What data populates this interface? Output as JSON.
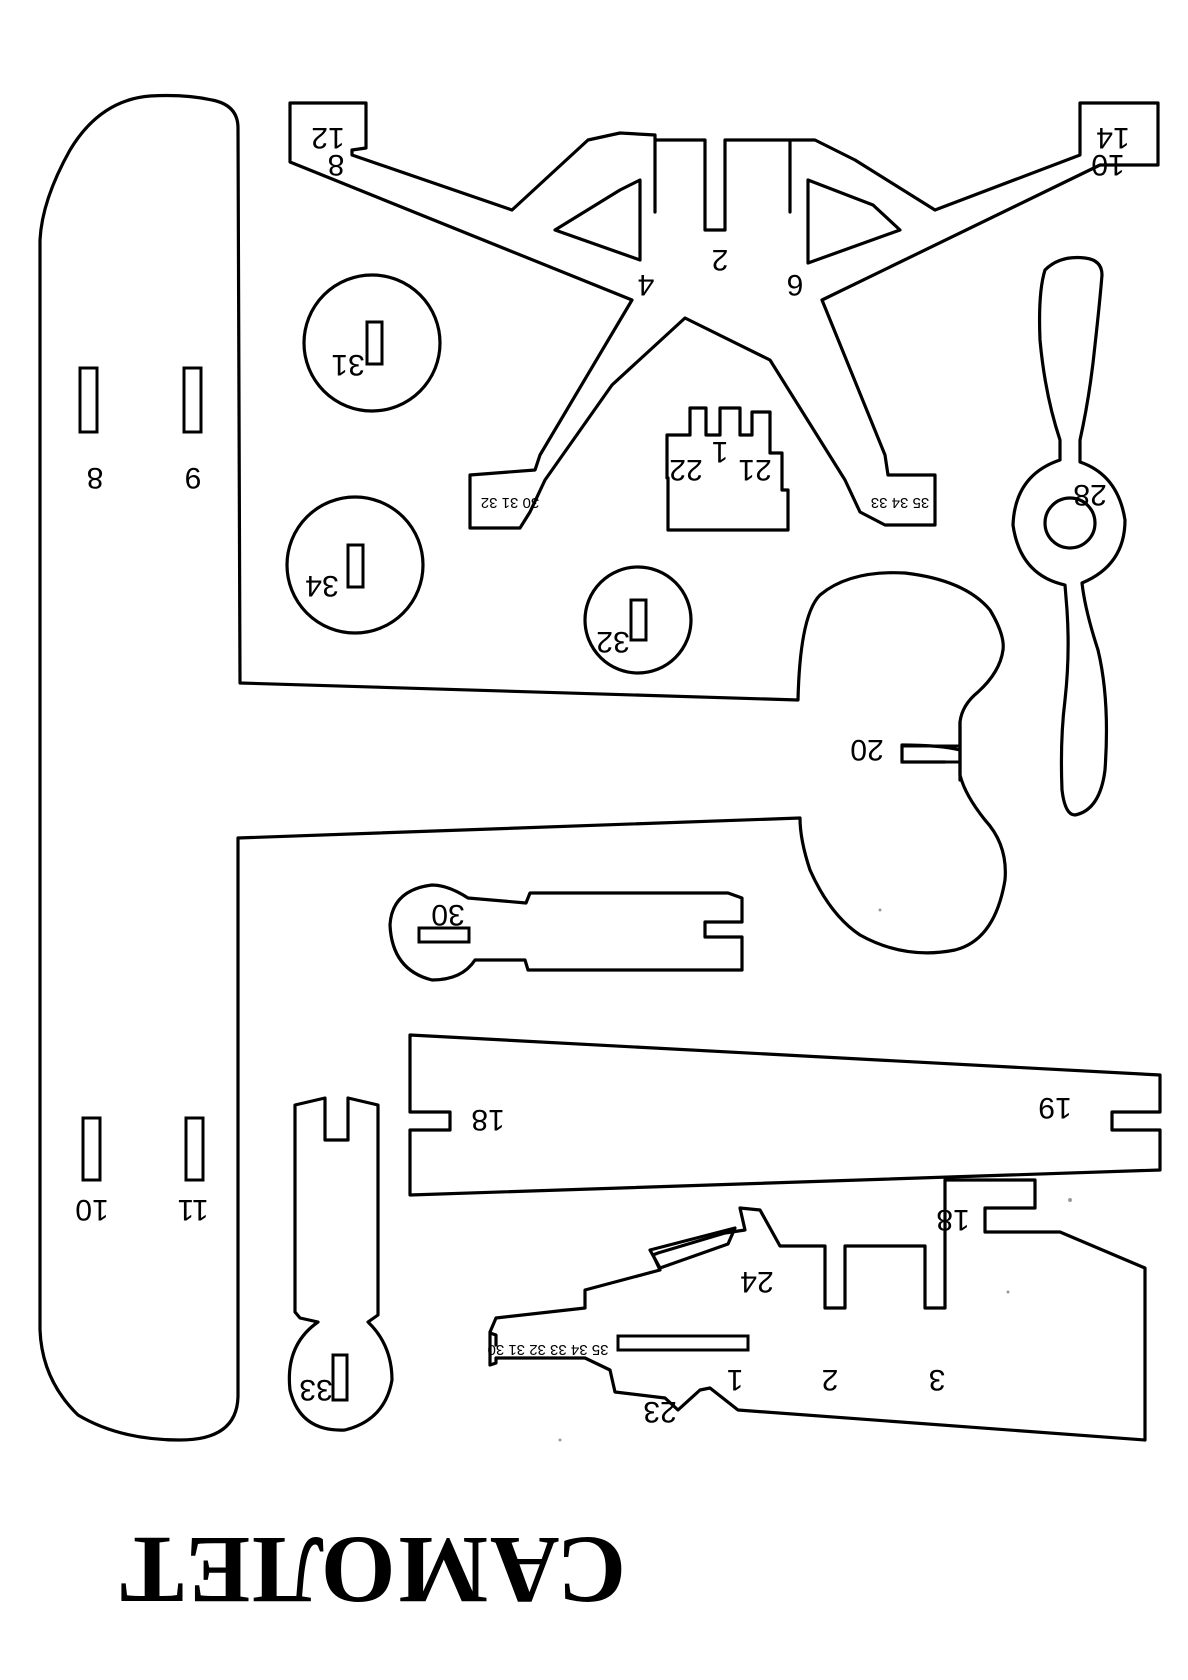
{
  "title": "САМОЛЕТ",
  "parts": {
    "wing": {
      "slot_labels": [
        "8",
        "9",
        "10",
        "11"
      ]
    },
    "tail_frame": {
      "slot_labels": [
        "12",
        "8",
        "14",
        "10",
        "2",
        "4",
        "6",
        "30 31 32",
        "35 34 33"
      ]
    },
    "cockpit_tab": {
      "labels": [
        "1",
        "21",
        "22"
      ]
    },
    "wheel_31": {
      "label": "31"
    },
    "wheel_34": {
      "label": "34"
    },
    "wheel_32": {
      "label": "32"
    },
    "propeller": {
      "label": "28"
    },
    "fuselage_body": {
      "label": "20"
    },
    "strut_30": {
      "label": "30"
    },
    "stabilizer": {
      "labels": [
        "18",
        "19"
      ]
    },
    "strut_33": {
      "label": "33"
    },
    "fuselage": {
      "labels": [
        "18",
        "24",
        "1",
        "2",
        "3",
        "23",
        "35 34 33 32 31 30"
      ]
    }
  },
  "icons": {
    "wheel": "circle-slot-icon"
  }
}
